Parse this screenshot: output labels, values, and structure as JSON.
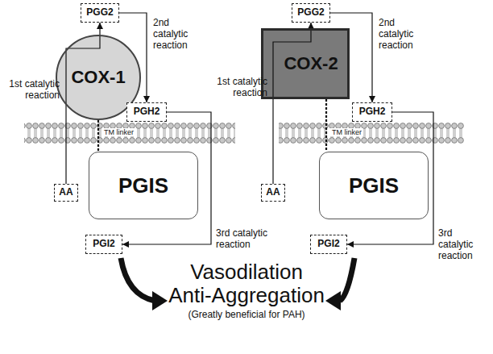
{
  "diagram": {
    "nodes": [
      {
        "text": [
          "PGG2"
        ]
      },
      {
        "text": [
          "PGG2"
        ]
      },
      {
        "text": [
          "COX-1"
        ]
      },
      {
        "text": [
          "COX-2"
        ]
      },
      {
        "text": [
          "PGH2"
        ]
      },
      {
        "text": [
          "PGH2"
        ]
      },
      {
        "text": [
          "AA"
        ]
      },
      {
        "text": [
          "AA"
        ]
      },
      {
        "text": [
          "PGIS"
        ]
      },
      {
        "text": [
          "PGIS"
        ]
      },
      {
        "text": [
          "PGI2"
        ]
      },
      {
        "text": [
          "PGI2"
        ]
      }
    ],
    "edges": [
      {
        "from": 6,
        "to": 0,
        "arrow": "to"
      },
      {
        "from": 0,
        "to": 4,
        "arrow": "to"
      },
      {
        "from": 4,
        "to": 10,
        "arrow": "to"
      },
      {
        "from": 2,
        "to": 8,
        "arrow": "none"
      },
      {
        "from": 7,
        "to": 1,
        "arrow": "to"
      },
      {
        "from": 1,
        "to": 5,
        "arrow": "to"
      },
      {
        "from": 5,
        "to": 11,
        "arrow": "to"
      },
      {
        "from": 3,
        "to": 9,
        "arrow": "none"
      }
    ],
    "labels": [
      "1st catalytic reaction",
      "2nd catalytic reaction",
      "TM linker",
      "3rd catalytic reaction",
      "1st catalytic reaction",
      "2nd catalytic reaction",
      "TM linker",
      "3rd catalytic reaction",
      "Vasodilation",
      "Anti-Aggregation",
      "(Greatly beneficial for PAH)"
    ]
  }
}
